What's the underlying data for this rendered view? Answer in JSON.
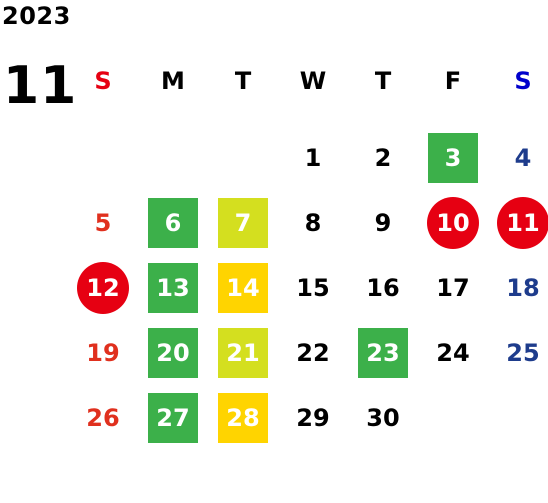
{
  "calendar": {
    "year": "2023",
    "month": "11",
    "weekdays": [
      "S",
      "M",
      "T",
      "W",
      "T",
      "F",
      "S"
    ],
    "weekday_colors": [
      "#e60012",
      "#000000",
      "#000000",
      "#000000",
      "#000000",
      "#000000",
      "#0000cc"
    ],
    "first_weekday_index": 3,
    "day_colors": {
      "sunday": "#e0301e",
      "saturday": "#1e3c8c",
      "weekday": "#000000"
    },
    "mark_colors": {
      "green": "#3cb04a",
      "lime": "#d4df1f",
      "yellow": "#ffd400",
      "red": "#e60012"
    },
    "days": [
      {
        "day": "1"
      },
      {
        "day": "2"
      },
      {
        "day": "3",
        "mark": "box",
        "color": "green"
      },
      {
        "day": "4"
      },
      {
        "day": "5"
      },
      {
        "day": "6",
        "mark": "box",
        "color": "green"
      },
      {
        "day": "7",
        "mark": "box",
        "color": "lime"
      },
      {
        "day": "8"
      },
      {
        "day": "9"
      },
      {
        "day": "10",
        "mark": "circle",
        "color": "red"
      },
      {
        "day": "11",
        "mark": "circle",
        "color": "red"
      },
      {
        "day": "12",
        "mark": "circle",
        "color": "red"
      },
      {
        "day": "13",
        "mark": "box",
        "color": "green"
      },
      {
        "day": "14",
        "mark": "box",
        "color": "yellow"
      },
      {
        "day": "15"
      },
      {
        "day": "16"
      },
      {
        "day": "17"
      },
      {
        "day": "18"
      },
      {
        "day": "19"
      },
      {
        "day": "20",
        "mark": "box",
        "color": "green"
      },
      {
        "day": "21",
        "mark": "box",
        "color": "lime"
      },
      {
        "day": "22"
      },
      {
        "day": "23",
        "mark": "box",
        "color": "green"
      },
      {
        "day": "24"
      },
      {
        "day": "25"
      },
      {
        "day": "26"
      },
      {
        "day": "27",
        "mark": "box",
        "color": "green"
      },
      {
        "day": "28",
        "mark": "box",
        "color": "yellow"
      },
      {
        "day": "29"
      },
      {
        "day": "30"
      }
    ]
  }
}
